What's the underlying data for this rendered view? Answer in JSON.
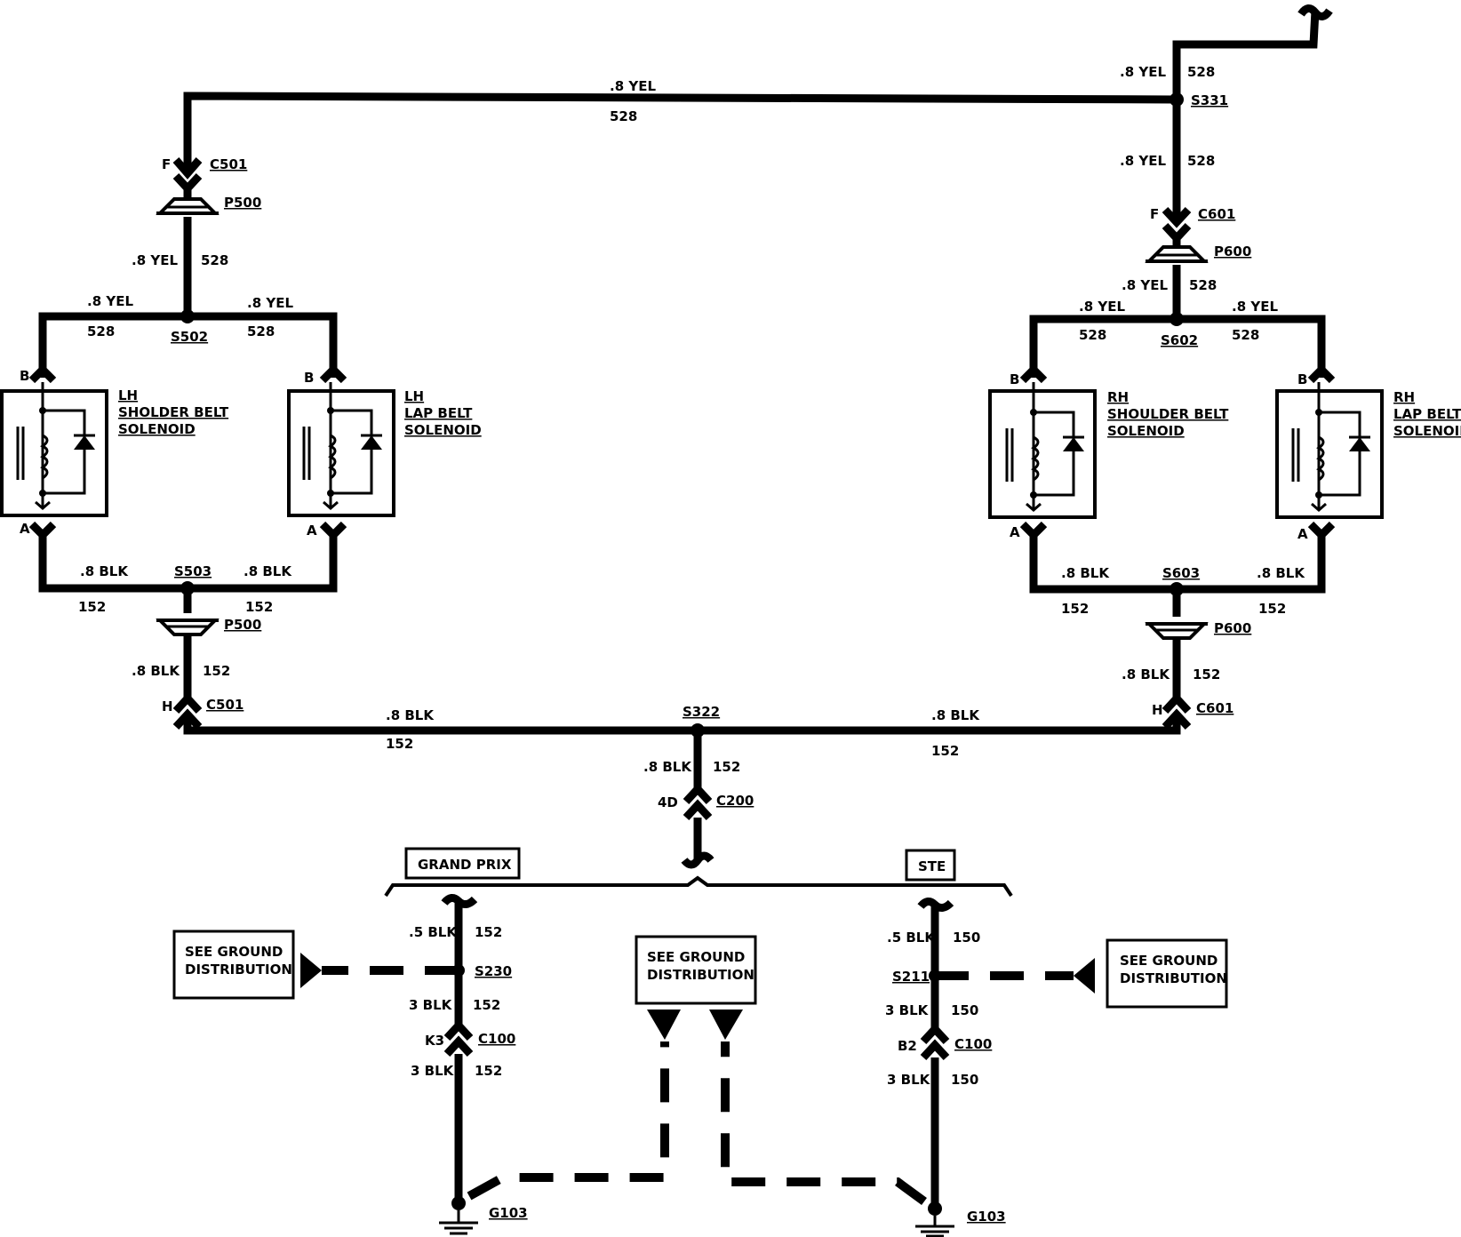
{
  "wire_labels": {
    "yel": ".8 YEL",
    "blk": ".8 BLK",
    "blk_05": ".5 BLK",
    "blk_3": "3 BLK",
    "c528": "528",
    "c152": "152",
    "c150": "150"
  },
  "pins": {
    "f": "F",
    "h": "H",
    "a": "A",
    "b": "B",
    "d4": "4D",
    "k3": "K3",
    "b2": "B2"
  },
  "refs": {
    "s331": "S331",
    "s502": "S502",
    "s503": "S503",
    "s602": "S602",
    "s603": "S603",
    "s322": "S322",
    "s230": "S230",
    "s211": "S211",
    "c501": "C501",
    "c601": "C601",
    "c200": "C200",
    "c100": "C100",
    "p500": "P500",
    "p600": "P600",
    "g103": "G103"
  },
  "components": {
    "lh_shoulder": [
      "LH",
      "SHOLDER BELT",
      "SOLENOID"
    ],
    "lh_lap": [
      "LH",
      "LAP BELT",
      "SOLENOID"
    ],
    "rh_shoulder": [
      "RH",
      "SHOULDER BELT",
      "SOLENOID"
    ],
    "rh_lap": [
      "RH",
      "LAP BELT",
      "SOLENOID"
    ]
  },
  "variants": {
    "grand_prix": "GRAND PRIX",
    "ste": "STE"
  },
  "ground_dist": [
    "SEE GROUND",
    "DISTRIBUTION"
  ]
}
